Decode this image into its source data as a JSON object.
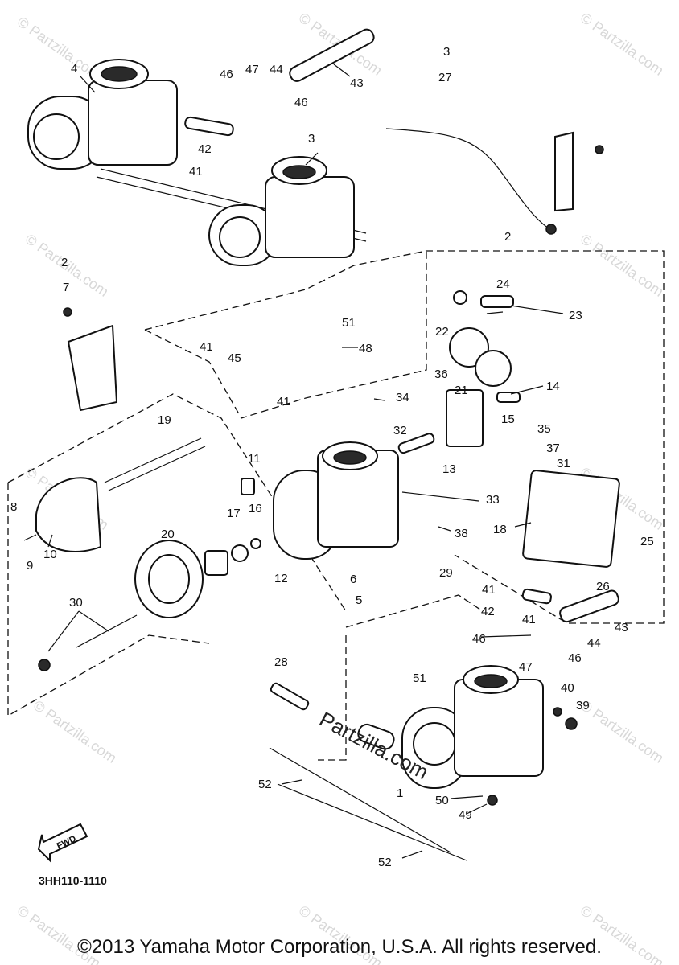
{
  "diagram_code": "3HH110-1110",
  "copyright": "©2013 Yamaha Motor Corporation, U.S.A. All rights reserved.",
  "watermark": "© Partzilla.com",
  "center_watermark": "Partzilla.com",
  "fwd_label": "FWD",
  "callouts": {
    "c1": "1",
    "c2a": "2",
    "c2b": "2",
    "c3a": "3",
    "c3b": "3",
    "c4": "4",
    "c5": "5",
    "c6": "6",
    "c7": "7",
    "c8": "8",
    "c9": "9",
    "c10": "10",
    "c11": "11",
    "c12": "12",
    "c13": "13",
    "c14": "14",
    "c15": "15",
    "c16": "16",
    "c17": "17",
    "c18": "18",
    "c19": "19",
    "c20": "20",
    "c21": "21",
    "c22": "22",
    "c23": "23",
    "c24": "24",
    "c25": "25",
    "c26": "26",
    "c27": "27",
    "c28": "28",
    "c29": "29",
    "c30": "30",
    "c31": "31",
    "c32": "32",
    "c33": "33",
    "c34": "34",
    "c35": "35",
    "c36": "36",
    "c37": "37",
    "c38": "38",
    "c39": "39",
    "c40": "40",
    "c41a": "41",
    "c41b": "41",
    "c41c": "41",
    "c41d": "41",
    "c41e": "41",
    "c42a": "42",
    "c42b": "42",
    "c43a": "43",
    "c43b": "43",
    "c44a": "44",
    "c44b": "44",
    "c45": "45",
    "c46a": "46",
    "c46b": "46",
    "c46c": "46",
    "c46d": "46",
    "c47a": "47",
    "c47b": "47",
    "c48": "48",
    "c49": "49",
    "c50": "50",
    "c51a": "51",
    "c51b": "51",
    "c52a": "52",
    "c52b": "52"
  }
}
